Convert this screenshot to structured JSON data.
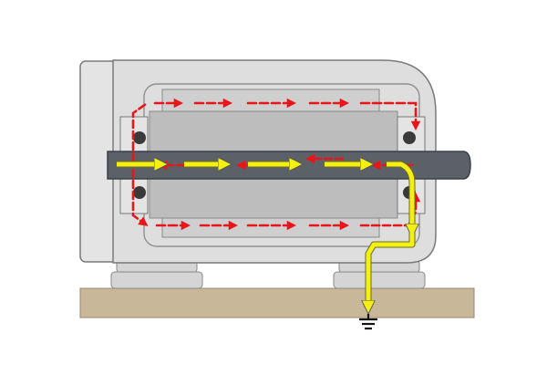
{
  "diagram": {
    "subject": "electric-motor-bearing-current-paths",
    "colors": {
      "background": "#ffffff",
      "motor_housing": "#dedede",
      "motor_outline": "#7a7a7a",
      "end_bell": "#e4e4e4",
      "stator": "#cfcfcf",
      "rotor_core": "#bdbdbd",
      "shaft": "#5c6167",
      "bearing": "#3a3a3a",
      "foot": "#d5d5d5",
      "base_plate": "#c9b79a",
      "circulating_current": "#e8161b",
      "shaft_ground_current": "#f4f014",
      "ground_symbol": "#111111"
    },
    "current_paths": [
      {
        "id": "circulating-loop",
        "color_key": "circulating_current",
        "style": "dashed-arrow-loop"
      },
      {
        "id": "shaft-to-ground",
        "color_key": "shaft_ground_current",
        "style": "bold-arrow-path"
      }
    ],
    "ground_symbol": "earth-ground-icon"
  }
}
